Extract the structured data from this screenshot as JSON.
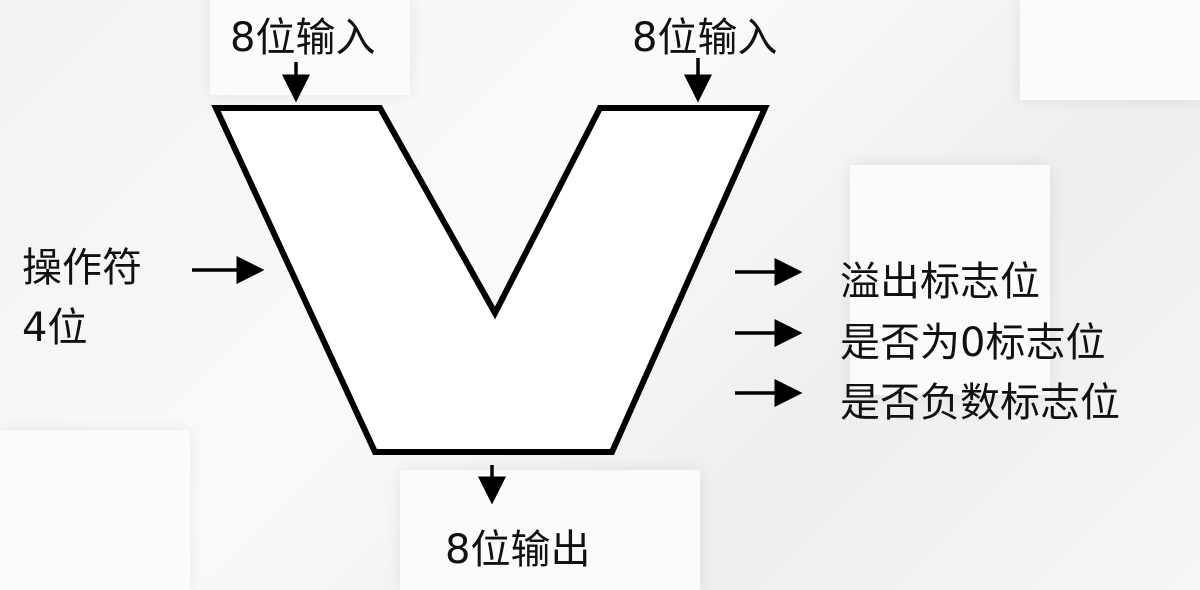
{
  "inputs": {
    "left": "8位输入",
    "right": "8位输入"
  },
  "opcode": {
    "line1": "操作符",
    "line2": "4位"
  },
  "flags": [
    "溢出标志位",
    "是否为0标志位",
    "是否负数标志位"
  ],
  "output": "8位输出"
}
